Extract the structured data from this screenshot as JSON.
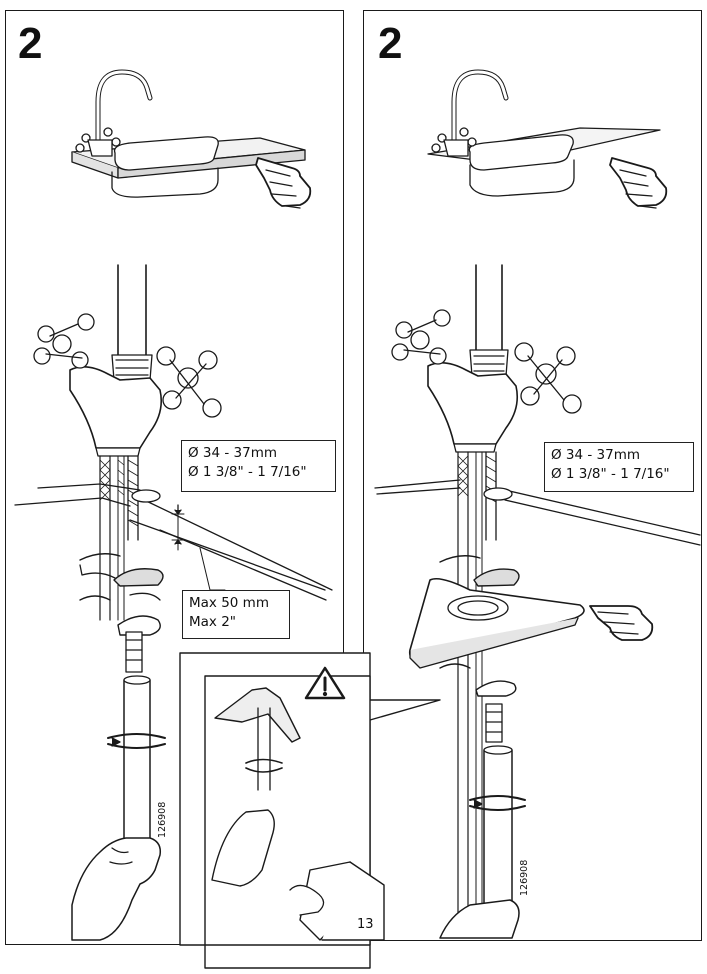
{
  "left_panel": {
    "step": "2",
    "diameter_metric": "Ø  34 - 37mm",
    "diameter_imperial": "Ø  1 3/8\" - 1 7/16\"",
    "max_metric": "Max 50 mm",
    "max_imperial": "Max 2\"",
    "ref_code": "126908"
  },
  "right_panel": {
    "step": "2",
    "diameter_metric": "Ø  34 - 37mm",
    "diameter_imperial": "Ø  1 3/8\" - 1 7/16\"",
    "ref_code": "126908"
  },
  "inset": {
    "warning": "warning-triangle-icon",
    "page_ref": "13"
  }
}
